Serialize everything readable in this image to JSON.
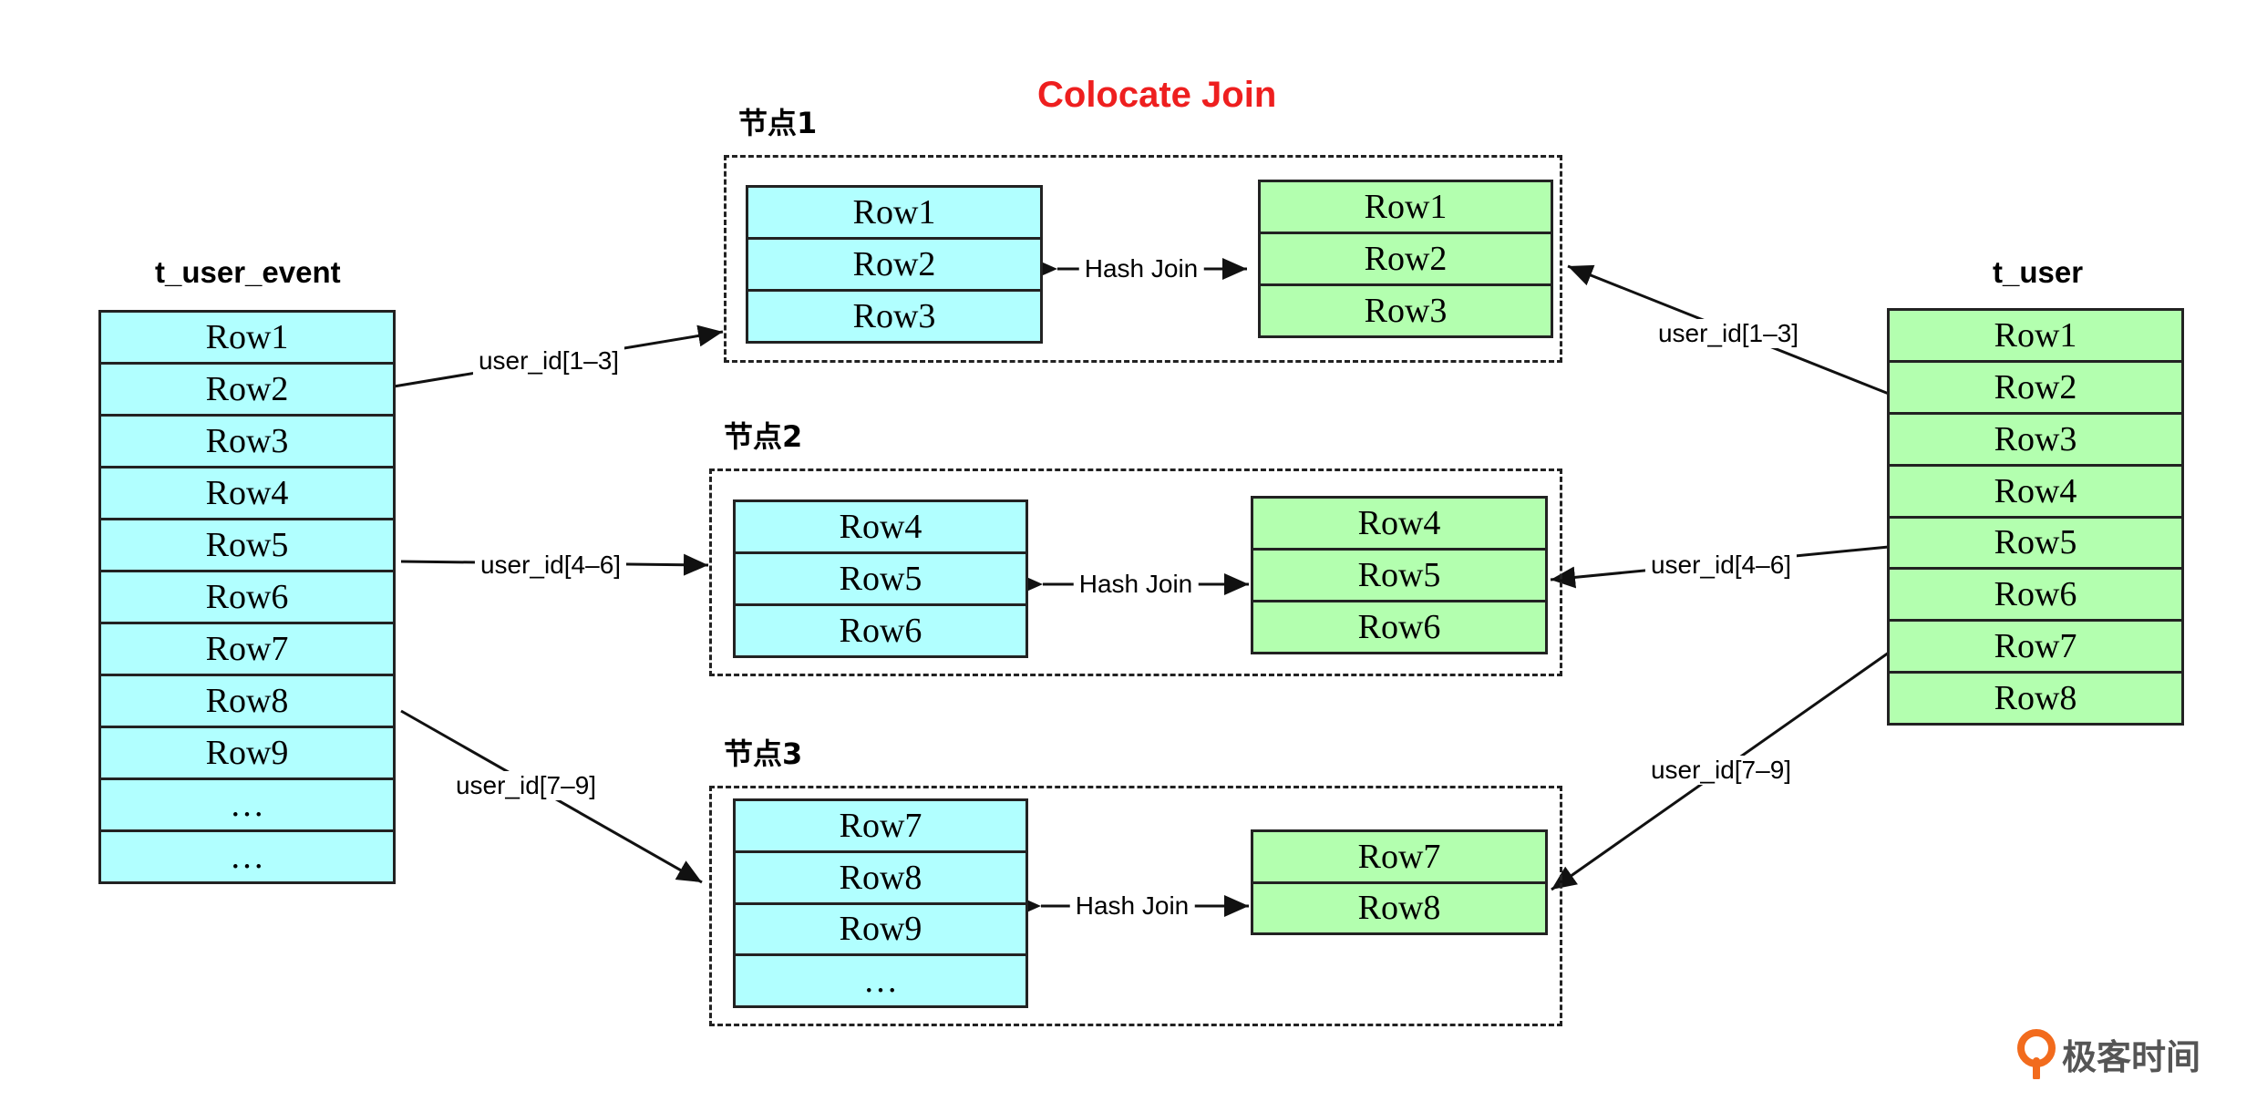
{
  "title": "Colocate Join",
  "left_table": {
    "name": "t_user_event",
    "rows": [
      "Row1",
      "Row2",
      "Row3",
      "Row4",
      "Row5",
      "Row6",
      "Row7",
      "Row8",
      "Row9",
      "…",
      "…"
    ]
  },
  "right_table": {
    "name": "t_user",
    "rows": [
      "Row1",
      "Row2",
      "Row3",
      "Row4",
      "Row5",
      "Row6",
      "Row7",
      "Row8"
    ]
  },
  "nodes": [
    {
      "label": "节点1",
      "left_rows": [
        "Row1",
        "Row2",
        "Row3"
      ],
      "right_rows": [
        "Row1",
        "Row2",
        "Row3"
      ],
      "join_label": "Hash Join",
      "left_range": "user_id[1–3]",
      "right_range": "user_id[1–3]"
    },
    {
      "label": "节点2",
      "left_rows": [
        "Row4",
        "Row5",
        "Row6"
      ],
      "right_rows": [
        "Row4",
        "Row5",
        "Row6"
      ],
      "join_label": "Hash Join",
      "left_range": "user_id[4–6]",
      "right_range": "user_id[4–6]"
    },
    {
      "label": "节点3",
      "left_rows": [
        "Row7",
        "Row8",
        "Row9",
        "…"
      ],
      "right_rows": [
        "Row7",
        "Row8"
      ],
      "join_label": "Hash Join",
      "left_range": "user_id[7–9]",
      "right_range": "user_id[7–9]"
    }
  ],
  "watermark": "极客时间",
  "colors": {
    "title": "#ee1f1f",
    "left_fill": "#b1ffff",
    "right_fill": "#b3ffaf",
    "line": "#222222"
  }
}
